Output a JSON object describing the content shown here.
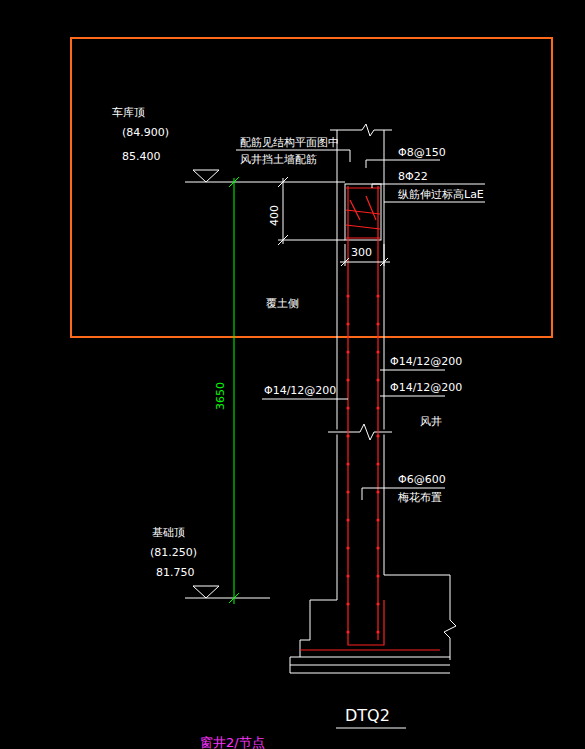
{
  "diagram": {
    "title": "DTQ2",
    "caption": "窗井2/节点",
    "labels": [
      "车库顶",
      "(84.900)",
      "85.400",
      "配筋见结构平面图中",
      "风井挡土墙配筋",
      "Φ8@150",
      "8Φ22",
      "纵筋伸过标高LaE",
      "400",
      "300",
      "覆土侧",
      "3650",
      "Φ14/12@200",
      "Φ14/12@200",
      "Φ14/12@200",
      "风井",
      "Φ6@600",
      "梅花布置",
      "基础顶",
      "(81.250)",
      "81.750"
    ]
  }
}
